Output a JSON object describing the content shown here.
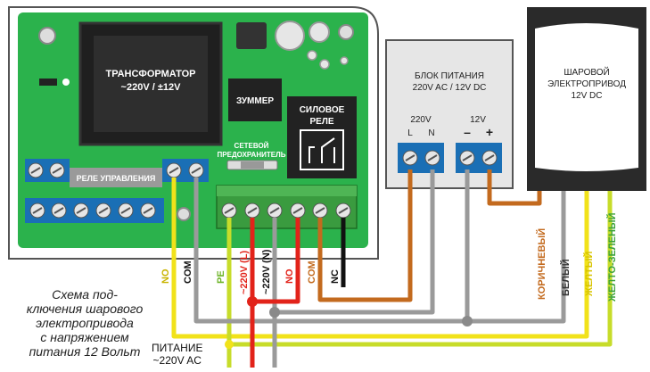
{
  "board": {
    "transformer": [
      "ТРАНСФОРМАТОР",
      "~220V / ±12V"
    ],
    "buzzer": "ЗУММЕР",
    "power_relay": [
      "СИЛОВОЕ",
      "РЕЛЕ"
    ],
    "network_fuse": [
      "СЕТЕВОЙ",
      "ПРЕДОХРАНИТЕЛЬ"
    ],
    "control_relay": "РЕЛЕ УПРАВЛЕНИЯ"
  },
  "psu": {
    "title": [
      "БЛОК ПИТАНИЯ",
      "220V AC / 12V DC"
    ],
    "ac_label": "220V",
    "dc_label": "12V",
    "ac_terminals": [
      "L",
      "N"
    ],
    "dc_terminals": [
      "–",
      "+"
    ]
  },
  "actuator": {
    "title": [
      "ШАРОВОЙ",
      "ЭЛЕКТРОПРИВОД",
      "12V DC"
    ]
  },
  "wire_labels": {
    "no_yellow": "NO",
    "com_gray": "COM",
    "pe": "PE",
    "l": "~220V (L)",
    "n": "~220V (N)",
    "no_red": "NO",
    "com_brown": "COM",
    "nc": "NC"
  },
  "actuator_wires": [
    "КОРИЧНЕВЫЙ",
    "БЕЛЫЙ",
    "ЖЕЛТЫЙ",
    "ЖЕЛТО-ЗЕЛЕНЫЙ"
  ],
  "caption_lines": [
    "Схема под-",
    "ключения шарового",
    "электропривода",
    "с напряжением",
    "питания 12 Вольт"
  ],
  "power_label": [
    "ПИТАНИЕ",
    "~220V AC"
  ],
  "colors": {
    "board": "#2bb24c",
    "terminal_blue": "#1a6fb5",
    "terminal_green": "#3a9b3f",
    "wire_yellow": "#f1e21a",
    "wire_gray": "#9a9a9a",
    "wire_red": "#e2231a",
    "wire_black": "#111111",
    "wire_brown": "#c36a1e",
    "wire_yellowgreen": "#8cc63f"
  }
}
